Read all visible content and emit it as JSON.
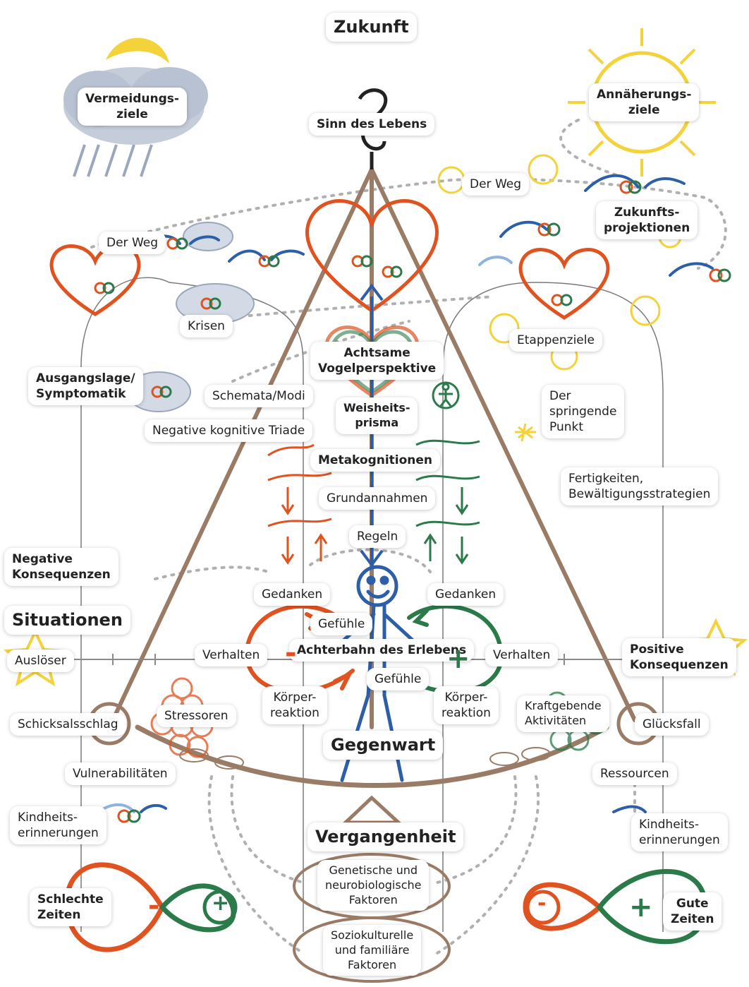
{
  "title_top": "Zukunft",
  "avoidance_goals": "Vermeidungs-\nziele",
  "approach_goals": "Annäherungs-\nziele",
  "meaning_of_life": "Sinn des Lebens",
  "the_way_right": "Der Weg",
  "the_way_left": "Der Weg",
  "future_projections": "Zukunfts-\nprojektionen",
  "crises": "Krisen",
  "milestones": "Etappenziele",
  "mindful_view": "Achtsame\nVogelperspektive",
  "initial_state": "Ausgangslage/\nSymptomatik",
  "schemas": "Schemata/Modi",
  "wisdom_prism": "Weisheits-\nprisma",
  "negative_triad": "Negative kognitive Triade",
  "turning_point": "Der\nspringende\nPunkt",
  "metacognitions": "Metakognitionen",
  "skills": "Fertigkeiten,\nBewältigungsstrategien",
  "basic_assumptions": "Grundannahmen",
  "rules": "Regeln",
  "negative_consequences": "Negative\nKonsequenzen",
  "thoughts_left": "Gedanken",
  "thoughts_right": "Gedanken",
  "situations": "Situationen",
  "feelings_top": "Gefühle",
  "trigger": "Auslöser",
  "behavior_left": "Verhalten",
  "rollercoaster": "Achterbahn des Erlebens",
  "behavior_right": "Verhalten",
  "positive_consequences": "Positive\nKonsequenzen",
  "feelings_bottom": "Gefühle",
  "body_left": "Körper-\nreaktion",
  "body_right": "Körper-\nreaktion",
  "stressors": "Stressoren",
  "energizing": "Kraftgebende\nAktivitäten",
  "stroke_of_fate": "Schicksalsschlag",
  "stroke_of_luck": "Glücksfall",
  "present": "Gegenwart",
  "vulnerabilities": "Vulnerabilitäten",
  "resources": "Ressourcen",
  "childhood_left": "Kindheits-\nerinnerungen",
  "childhood_right": "Kindheits-\nerinnerungen",
  "past": "Vergangenheit",
  "genetic": "Genetische und\nneurobiologische\nFaktoren",
  "bad_times": "Schlechte\nZeiten",
  "good_times": "Gute\nZeiten",
  "sociocultural": "Soziokulturelle\nund familiäre\nFaktoren",
  "minus": "-",
  "plus": "+",
  "colors": {
    "negative": "#e0521f",
    "positive": "#2a7a4a",
    "blue": "#2c5fa8",
    "frame": "#9a7b66",
    "sun": "#f3d23a",
    "cloud": "#9aa7bd"
  }
}
